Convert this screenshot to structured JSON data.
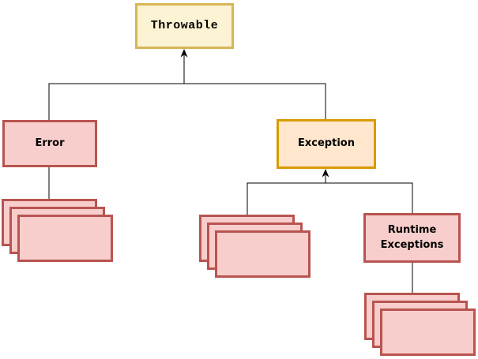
{
  "diagram": {
    "nodes": {
      "throwable": {
        "label": "Throwable"
      },
      "error": {
        "label": "Error"
      },
      "exception": {
        "label": "Exception"
      },
      "runtime_exceptions": {
        "label": "Runtime Exceptions"
      }
    },
    "stacks": {
      "error_subclasses": {
        "card_count": 3
      },
      "exception_subclasses": {
        "card_count": 3
      },
      "runtime_subclasses": {
        "card_count": 3
      }
    },
    "colors": {
      "throwable_fill": "#FCF3D4",
      "throwable_border": "#D6B656",
      "exception_fill": "#FFE6CC",
      "exception_border": "#D79B00",
      "pink_fill": "#F8CECC",
      "pink_border": "#B85450",
      "connector": "#000000",
      "background": "#FFFFFF"
    }
  }
}
